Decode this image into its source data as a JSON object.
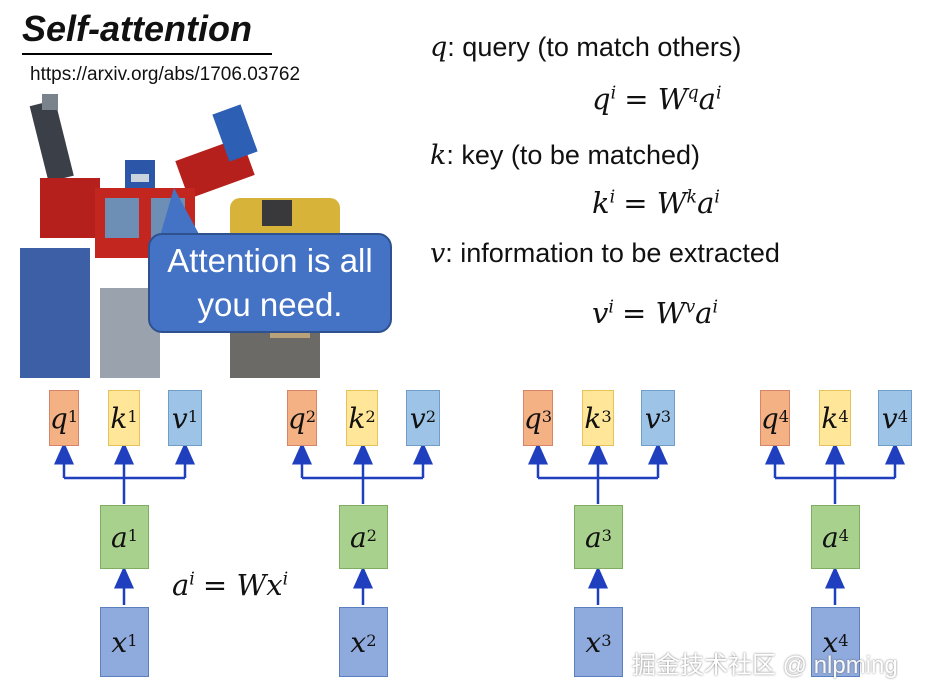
{
  "title": "Self-attention",
  "url": "https://arxiv.org/abs/1706.03762",
  "bubble": {
    "line1": "Attention is all",
    "line2": "you need."
  },
  "definitions": {
    "q": {
      "sym": "q",
      "text": ": query (to match others)"
    },
    "k": {
      "sym": "k",
      "text": ": key (to be matched)"
    },
    "v": {
      "sym": "v",
      "text": ": information to be extracted"
    }
  },
  "equations": {
    "q": {
      "lhs": "q",
      "lsup": "i",
      "rhs": "= W",
      "wsup": "q",
      "a": "a",
      "asup": "i"
    },
    "k": {
      "lhs": "k",
      "lsup": "i",
      "rhs": "= W",
      "wsup": "k",
      "a": "a",
      "asup": "i"
    },
    "v": {
      "lhs": "v",
      "lsup": "i",
      "rhs": "= W",
      "wsup": "v",
      "a": "a",
      "asup": "i"
    },
    "a": {
      "lhs": "a",
      "lsup": "i",
      "rhs": "= W",
      "x": "x",
      "xsup": "i"
    }
  },
  "columns": [
    {
      "q": "q",
      "k": "k",
      "v": "v",
      "a": "a",
      "x": "x",
      "idx": "1"
    },
    {
      "q": "q",
      "k": "k",
      "v": "v",
      "a": "a",
      "x": "x",
      "idx": "2"
    },
    {
      "q": "q",
      "k": "k",
      "v": "v",
      "a": "a",
      "x": "x",
      "idx": "3"
    },
    {
      "q": "q",
      "k": "k",
      "v": "v",
      "a": "a",
      "x": "x",
      "idx": "4"
    }
  ],
  "watermark": "掘金技术社区 @ nlpming",
  "colors": {
    "q_box": "#f4b183",
    "k_box": "#ffe699",
    "v_box": "#9dc3e6",
    "a_box": "#a9d18e",
    "x_box": "#8faadc",
    "arrow": "#1f3fbf",
    "bubble": "#4472c4"
  }
}
